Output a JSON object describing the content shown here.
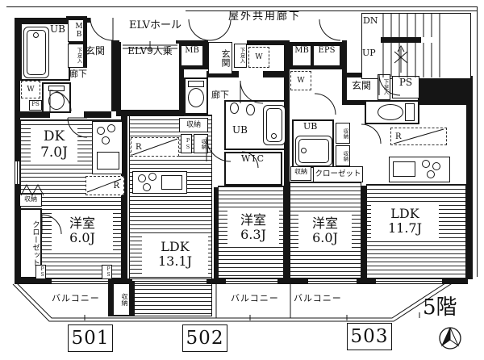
{
  "glossary": {
    "ub": "UB",
    "mb": "MB",
    "eps": "EPS",
    "ps": "PS",
    "genkan": "玄関",
    "shoe_box": "下足入",
    "hallway": "廊下",
    "storage": "収納",
    "closet": "クローゼット",
    "wic": "WIC",
    "washer": "W",
    "fridge": "R",
    "balcony": "バルコニー"
  },
  "common": {
    "corridor": "屋外共用廊下",
    "elv_hall": "ELVホール",
    "elevator": "ELV9人乗",
    "stairs_down": "DN",
    "stairs_up": "UP",
    "floor": "5階"
  },
  "units": [
    {
      "number": "501",
      "room1": "DK",
      "room1_size": "7.0J",
      "room2": "洋室",
      "room2_size": "6.0J"
    },
    {
      "number": "502",
      "room1": "LDK",
      "room1_size": "13.1J",
      "room2": "洋室",
      "room2_size": "6.3J"
    },
    {
      "number": "503",
      "room1": "洋室",
      "room1_size": "6.0J",
      "room2": "LDK",
      "room2_size": "11.7J"
    }
  ],
  "colors": {
    "ink": "#151515",
    "paper": "#ffffff"
  }
}
